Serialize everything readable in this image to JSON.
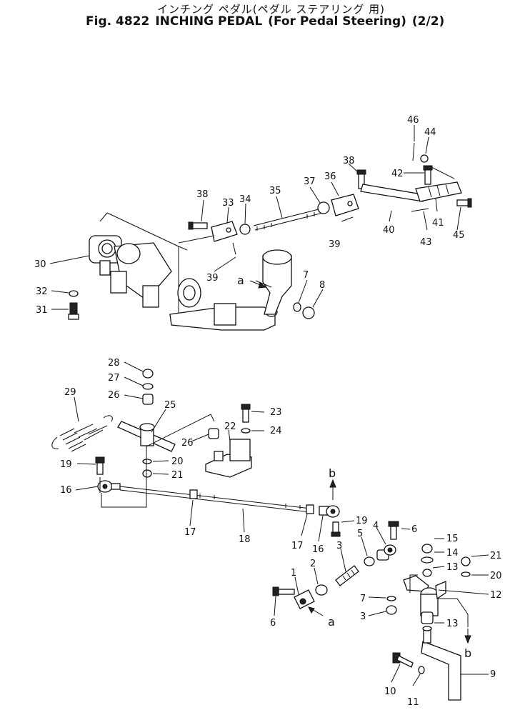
{
  "header": {
    "title_jp": "インチング ペダル(ペダル ステアリング 用)",
    "fig_label": "Fig. 4822",
    "title_main": "INCHING PEDAL",
    "title_sub": "(For Pedal Steering)",
    "page": "(2/2)"
  },
  "callouts": {
    "p1": "1",
    "p2": "2",
    "p3a": "3",
    "p3b": "3",
    "p4": "4",
    "p5": "5",
    "p6a": "6",
    "p6b": "6",
    "p7a": "7",
    "p7b": "7",
    "p8": "8",
    "p9": "9",
    "p10": "10",
    "p11": "11",
    "p12": "12",
    "p13a": "13",
    "p13b": "13",
    "p14": "14",
    "p15": "15",
    "p16a": "16",
    "p16b": "16",
    "p17a": "17",
    "p17b": "17",
    "p18": "18",
    "p19a": "19",
    "p19b": "19",
    "p20a": "20",
    "p20b": "20",
    "p21a": "21",
    "p21b": "21",
    "p22": "22",
    "p23": "23",
    "p24": "24",
    "p25": "25",
    "p26a": "26",
    "p26b": "26",
    "p27": "27",
    "p28": "28",
    "p29": "29",
    "p30": "30",
    "p31": "31",
    "p32": "32",
    "p33": "33",
    "p34": "34",
    "p35": "35",
    "p36": "36",
    "p37": "37",
    "p38a": "38",
    "p38b": "38",
    "p39a": "39",
    "p39b": "39",
    "p40": "40",
    "p41": "41",
    "p42": "42",
    "p43": "43",
    "p44": "44",
    "p45": "45",
    "p46": "46",
    "ref_a1": "a",
    "ref_a2": "a",
    "ref_b1": "b",
    "ref_b2": "b"
  }
}
